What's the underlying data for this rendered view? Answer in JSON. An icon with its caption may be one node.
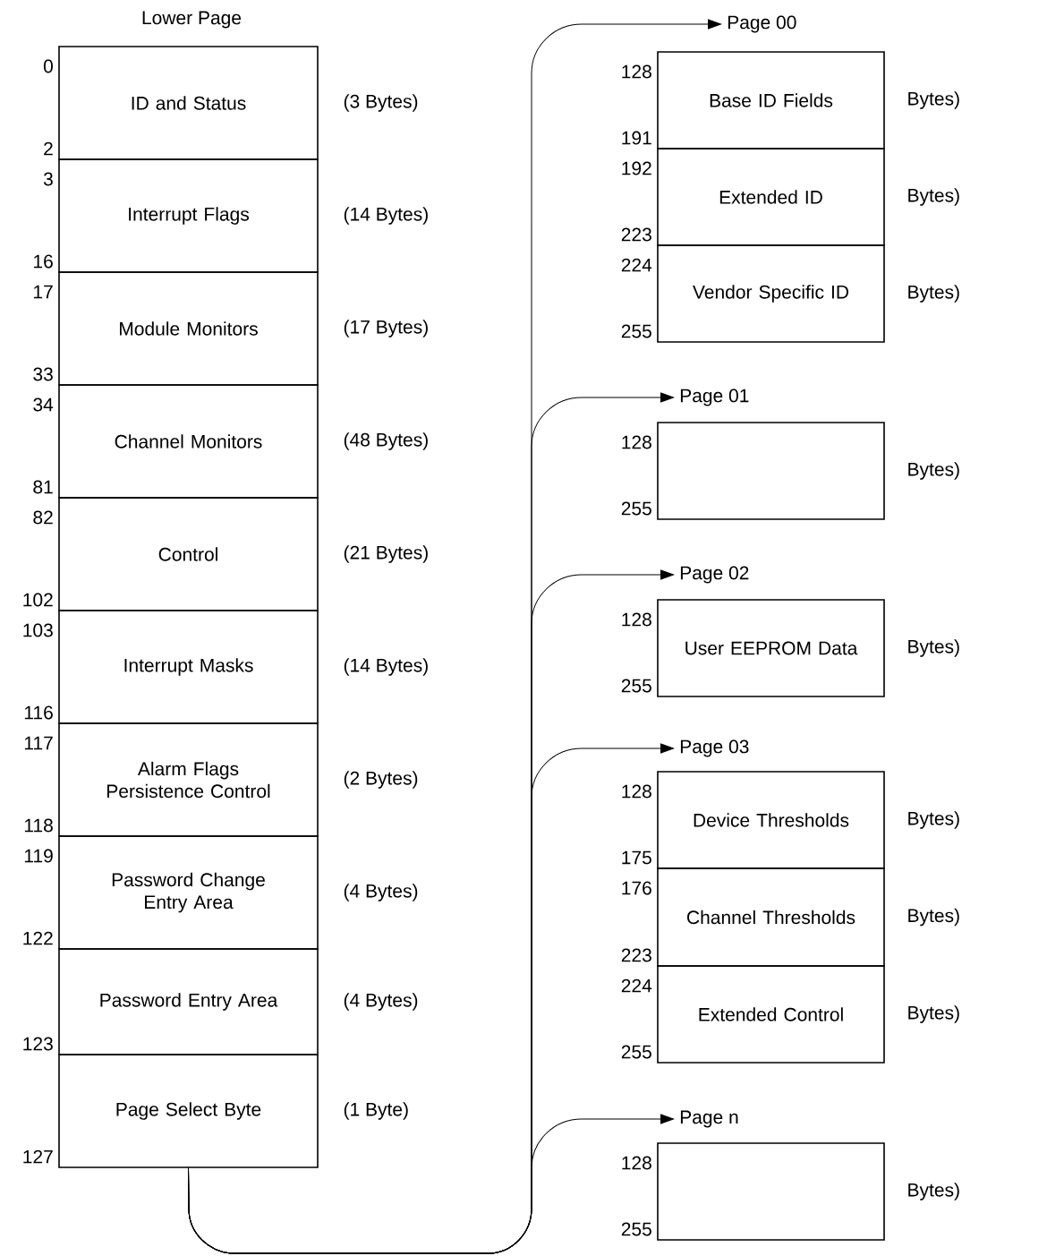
{
  "diagram": {
    "nodes": [
      {
        "text": [
          "ID and Status"
        ],
        "beside": [
          "(3 Bytes)",
          "0",
          "2"
        ]
      },
      {
        "text": [
          "Interrupt Flags"
        ],
        "beside": [
          "(14 Bytes)",
          "3",
          "16"
        ]
      },
      {
        "text": [
          "Module Monitors"
        ],
        "beside": [
          "(17 Bytes)",
          "17",
          "33"
        ]
      },
      {
        "text": [
          "Channel Monitors"
        ],
        "beside": [
          "(48 Bytes)",
          "34",
          "81"
        ]
      },
      {
        "text": [
          "Control"
        ],
        "beside": [
          "(21 Bytes)",
          "82",
          "102"
        ]
      },
      {
        "text": [
          "Interrupt Masks"
        ],
        "beside": [
          "(14 Bytes)",
          "103",
          "116"
        ]
      },
      {
        "text": [
          "Alarm Flags Persistence Control"
        ],
        "beside": [
          "(2 Bytes)",
          "117",
          "118"
        ]
      },
      {
        "text": [
          "Password Change Entry Area"
        ],
        "beside": [
          "(4 Bytes)",
          "119",
          "122"
        ]
      },
      {
        "text": [
          "Password Entry Area"
        ],
        "beside": [
          "(4 Bytes)",
          "123"
        ]
      },
      {
        "text": [
          "Page Select Byte"
        ],
        "beside": [
          "(1 Byte)",
          "127"
        ]
      },
      {
        "text": [
          "Page 00"
        ]
      },
      {
        "text": [
          "Base ID Fields"
        ],
        "beside": [
          "Bytes)",
          "128",
          "191"
        ]
      },
      {
        "text": [
          "Extended ID"
        ],
        "beside": [
          "Bytes)",
          "192",
          "223"
        ]
      },
      {
        "text": [
          "Vendor Specific ID"
        ],
        "beside": [
          "Bytes)",
          "224",
          "255"
        ]
      },
      {
        "text": [
          "Page 01"
        ]
      },
      {
        "text": [],
        "shape": "box",
        "beside": [
          "Bytes)",
          "128",
          "255"
        ]
      },
      {
        "text": [
          "Page 02"
        ]
      },
      {
        "text": [
          "User EEPROM Data"
        ],
        "beside": [
          "Bytes)",
          "128",
          "255"
        ]
      },
      {
        "text": [
          "Page 03"
        ]
      },
      {
        "text": [
          "Device Thresholds"
        ],
        "beside": [
          "Bytes)",
          "128",
          "175"
        ]
      },
      {
        "text": [
          "Channel Thresholds"
        ],
        "beside": [
          "Bytes)",
          "176",
          "223"
        ]
      },
      {
        "text": [
          "Extended Control"
        ],
        "beside": [
          "Bytes)",
          "224",
          "255"
        ]
      },
      {
        "text": [
          "Page n"
        ]
      },
      {
        "text": [],
        "shape": "box",
        "beside": [
          "Bytes)",
          "128",
          "255"
        ]
      }
    ],
    "edges": [
      {
        "from": 9,
        "to": 10,
        "arrow": "to"
      },
      {
        "from": 9,
        "to": 14,
        "arrow": "to"
      },
      {
        "from": 9,
        "to": 16,
        "arrow": "to"
      },
      {
        "from": 9,
        "to": 18,
        "arrow": "to"
      },
      {
        "from": 9,
        "to": 22,
        "arrow": "to"
      }
    ],
    "labels": [
      "Lower Page"
    ]
  }
}
